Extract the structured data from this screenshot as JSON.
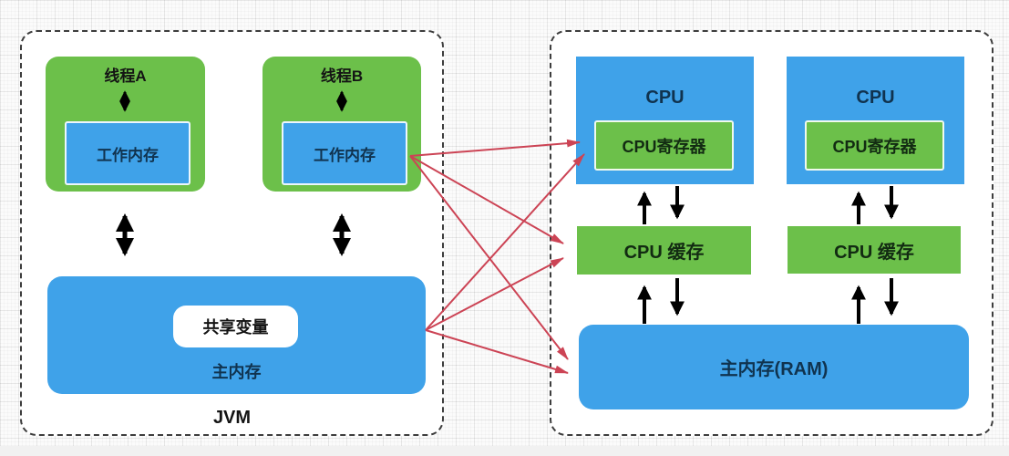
{
  "diagram": {
    "left_panel": {
      "title": "JVM",
      "threads": [
        {
          "name": "线程A",
          "working_memory": "工作内存"
        },
        {
          "name": "线程B",
          "working_memory": "工作内存"
        }
      ],
      "main_memory": {
        "label": "主内存",
        "shared_variable": "共享变量"
      }
    },
    "right_panel": {
      "cpus": [
        {
          "label": "CPU",
          "register": "CPU寄存器",
          "cache": "CPU 缓存"
        },
        {
          "label": "CPU",
          "register": "CPU寄存器",
          "cache": "CPU 缓存"
        }
      ],
      "ram": "主内存(RAM)"
    },
    "colors": {
      "box_green": "#6CC04A",
      "box_blue": "#3FA2E9",
      "red_arrow": "#CC4455",
      "black_arrow": "#000000",
      "dashed_border": "#3D3D3D"
    }
  }
}
